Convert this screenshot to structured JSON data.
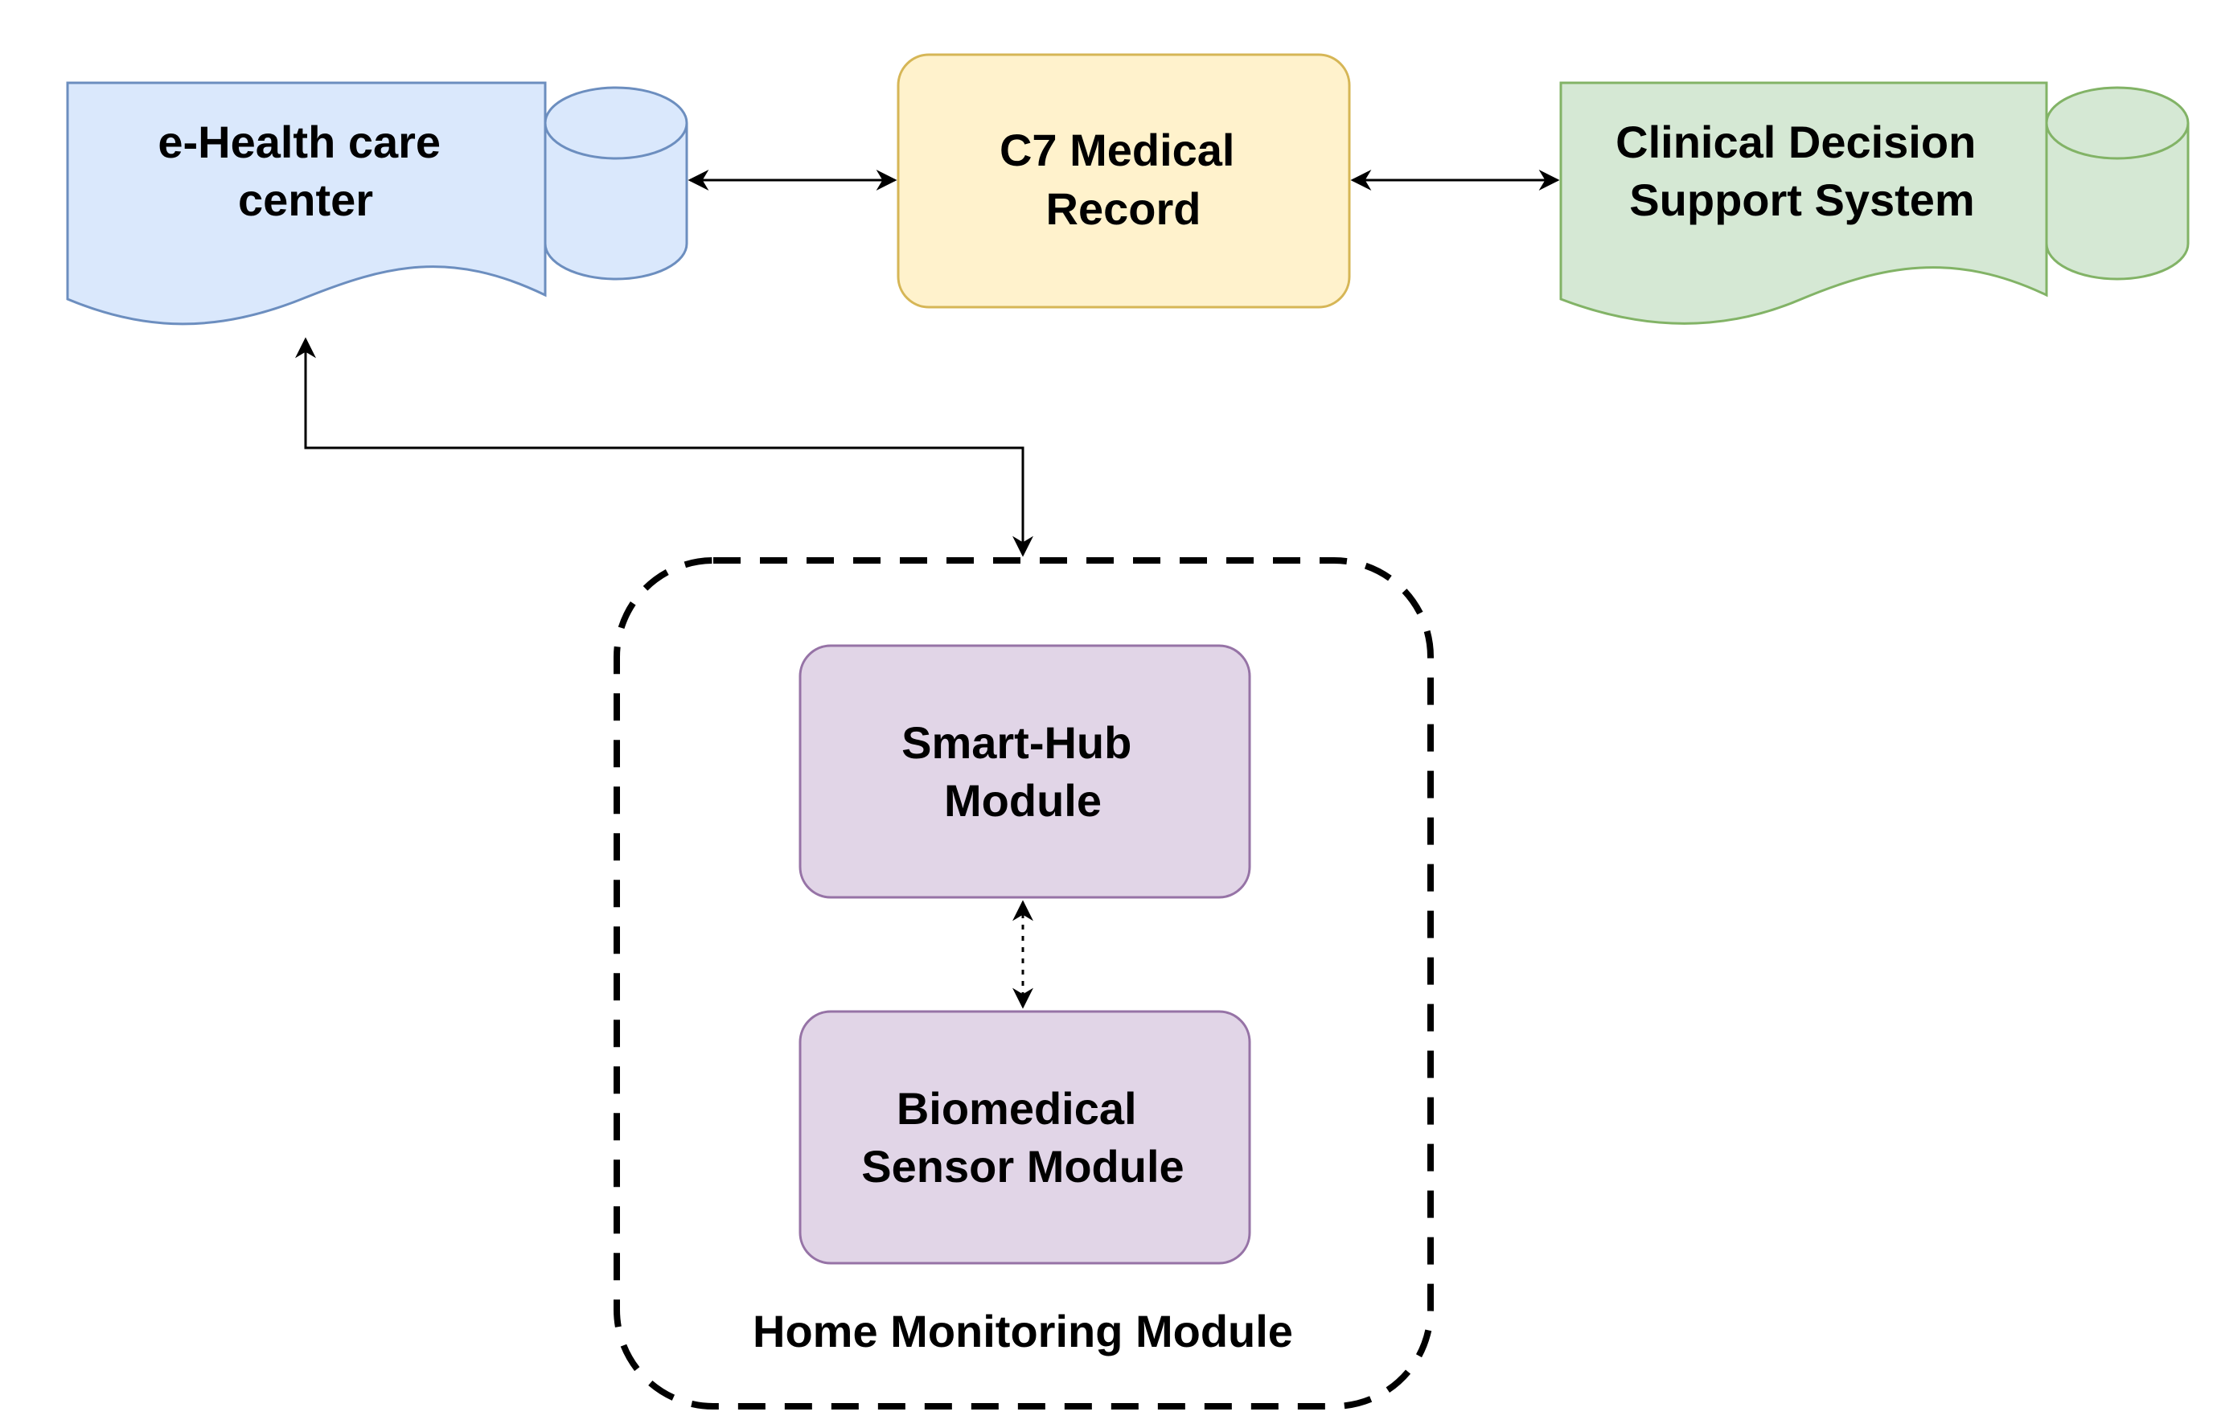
{
  "diagram": {
    "nodes": {
      "ehealth": {
        "label_lines": [
          "e-Health care",
          "center"
        ],
        "fill": "#dae8fc",
        "stroke": "#6c8ebf"
      },
      "c7": {
        "label_lines": [
          "C7 Medical",
          "Record"
        ],
        "fill": "#fff2cc",
        "stroke": "#d6b656"
      },
      "cdss": {
        "label_lines": [
          "Clinical Decision",
          "Support System"
        ],
        "fill": "#d5e8d4",
        "stroke": "#82b366"
      },
      "smarthub": {
        "label_lines": [
          "Smart-Hub",
          "Module"
        ],
        "fill": "#e1d5e7",
        "stroke": "#9673a6"
      },
      "biosensor": {
        "label_lines": [
          "Biomedical",
          "Sensor Module"
        ],
        "fill": "#e1d5e7",
        "stroke": "#9673a6"
      }
    },
    "group": {
      "label": "Home Monitoring Module",
      "stroke": "#000000",
      "line_style": "dashed"
    },
    "edges": [
      {
        "from": "ehealth",
        "to": "c7",
        "direction": "both",
        "style": "solid"
      },
      {
        "from": "c7",
        "to": "cdss",
        "direction": "both",
        "style": "solid"
      },
      {
        "from": "ehealth",
        "to": "home-monitoring-module",
        "direction": "both",
        "style": "solid"
      },
      {
        "from": "smarthub",
        "to": "biosensor",
        "direction": "both",
        "style": "dotted"
      }
    ]
  }
}
